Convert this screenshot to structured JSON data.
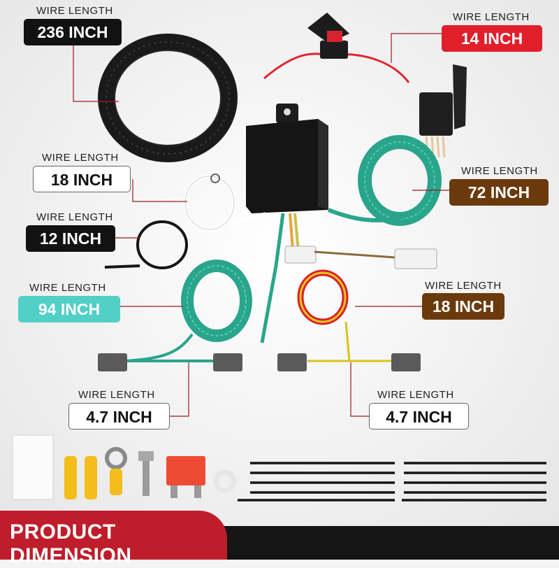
{
  "labels": {
    "top_left": {
      "caption": "WIRE LENGTH",
      "value": "236 INCH"
    },
    "top_right": {
      "caption": "WIRE LENGTH",
      "value": "14 INCH"
    },
    "left_upper": {
      "caption": "WIRE LENGTH",
      "value": "18 INCH"
    },
    "left_mid": {
      "caption": "WIRE LENGTH",
      "value": "12 INCH"
    },
    "right_upper": {
      "caption": "WIRE LENGTH",
      "value": "72 INCH"
    },
    "left_lower": {
      "caption": "WIRE LENGTH",
      "value": "94 INCH"
    },
    "right_lower": {
      "caption": "WIRE LENGTH",
      "value": "18 INCH"
    },
    "bottom_left": {
      "caption": "WIRE LENGTH",
      "value": "4.7 INCH"
    },
    "bottom_right": {
      "caption": "WIRE LENGTH",
      "value": "4.7 INCH"
    }
  },
  "banner": {
    "title": "PRODUCT DIMENSION"
  },
  "colors": {
    "dark_label": "#121212",
    "red_label": "#e01f2b",
    "brown_label": "#6b3a0c",
    "teal_label": "#52cfc6",
    "banner_red": "#bf1d2b",
    "wire_green": "#2aa58c"
  }
}
